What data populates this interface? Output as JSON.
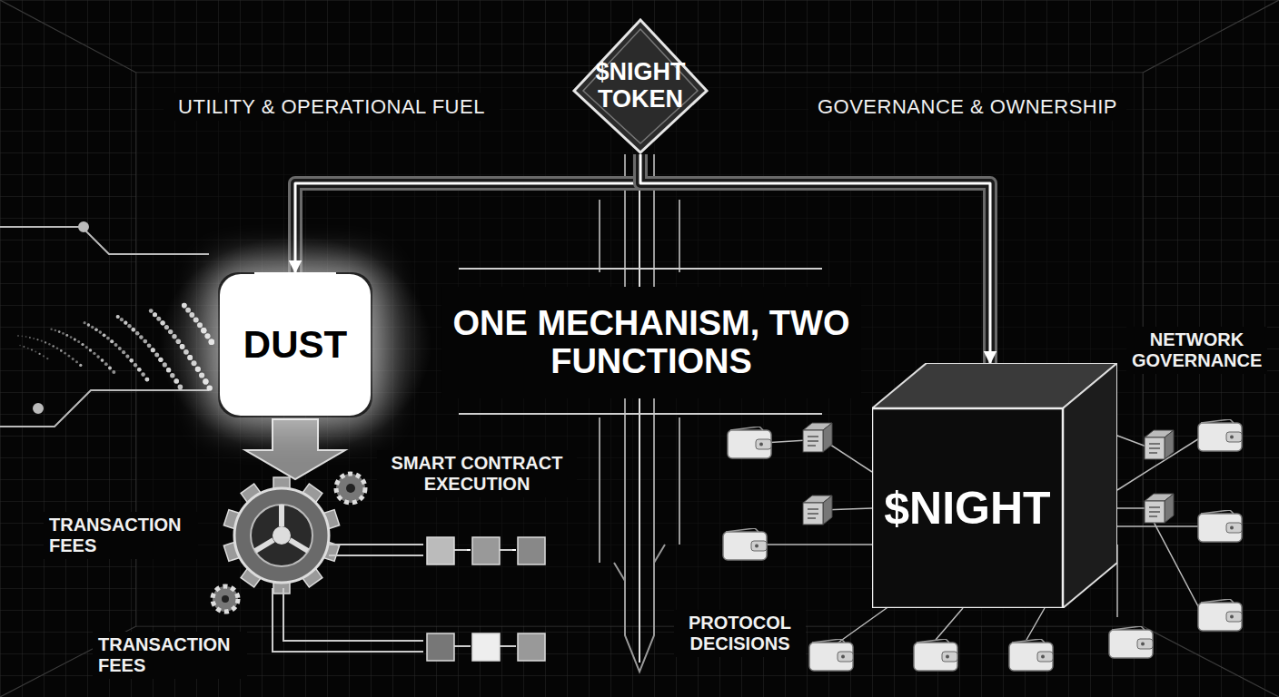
{
  "diagram": {
    "nodes": [
      {
        "text": [
          "$NIGHT TOKEN"
        ]
      },
      {
        "text": [
          "DUST"
        ]
      },
      {
        "text": [
          "ONE MECHANISM, TWO FUNCTIONS"
        ]
      },
      {
        "text": [
          "$NIGHT"
        ]
      }
    ],
    "edges": [
      {
        "from": 0,
        "to": 1,
        "arrow": "to"
      },
      {
        "from": 0,
        "to": 3,
        "arrow": "to"
      }
    ],
    "labels": [
      "UTILITY & OPERATIONAL FUEL",
      "GOVERNANCE & OWNERSHIP",
      "SMART CONTRACT EXECUTION",
      "TRANSACTION FEES",
      "TRANSACTION FEES",
      "NETWORK GOVERNANCE",
      "PROTOCOL DECISIONS"
    ]
  }
}
